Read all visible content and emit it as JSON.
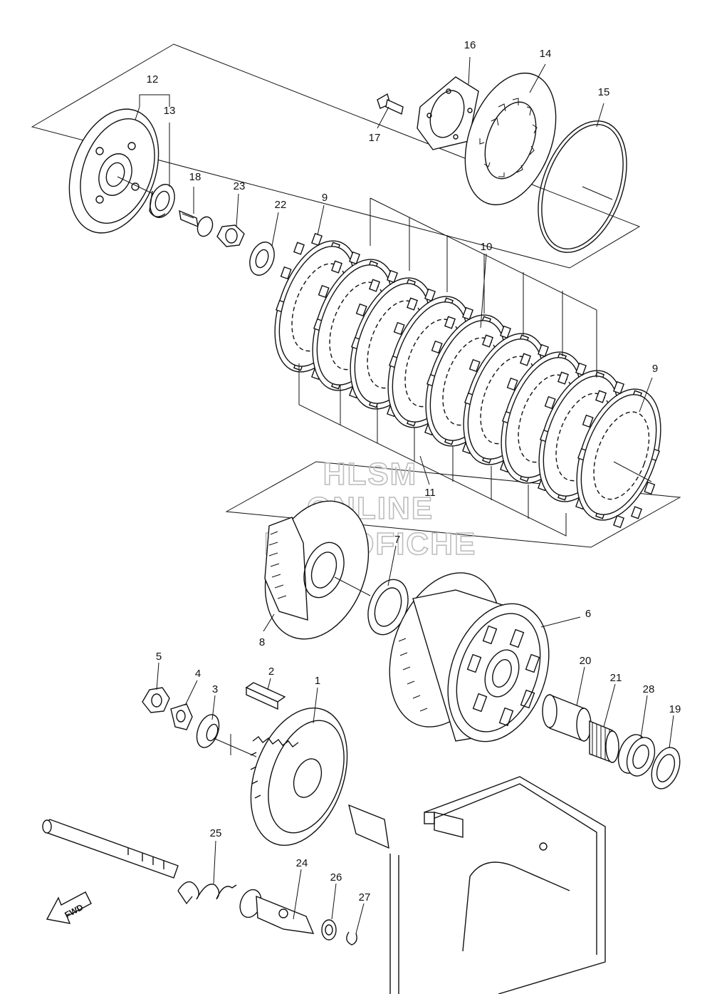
{
  "watermark": {
    "line1": "HLSM",
    "line2": "ONLINE",
    "line3": "MICROFICHE"
  },
  "direction_label": "FWD",
  "callouts": {
    "c1": "1",
    "c2": "2",
    "c3": "3",
    "c4": "4",
    "c5": "5",
    "c6": "6",
    "c7": "7",
    "c8": "8",
    "c9a": "9",
    "c9b": "9",
    "c10": "10",
    "c11": "11",
    "c12": "12",
    "c13": "13",
    "c14": "14",
    "c15": "15",
    "c16": "16",
    "c17": "17",
    "c18": "18",
    "c19": "19",
    "c20": "20",
    "c21": "21",
    "c22": "22",
    "c23": "23",
    "c24": "24",
    "c25": "25",
    "c26": "26",
    "c27": "27",
    "c28": "28"
  }
}
